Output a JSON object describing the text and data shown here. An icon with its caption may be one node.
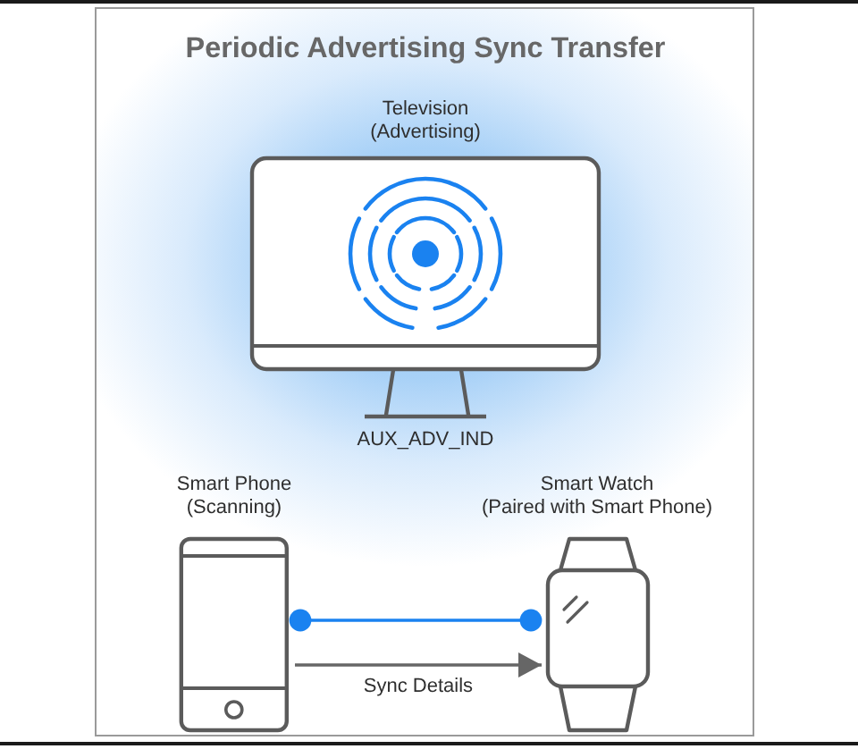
{
  "diagram": {
    "title": "Periodic Advertising Sync Transfer",
    "nodes": [
      {
        "text": [
          "Television (Advertising)"
        ],
        "beside": [
          "AUX_ADV_IND"
        ]
      },
      {
        "text": [
          "Smart Phone (Scanning)"
        ]
      },
      {
        "text": [
          "Smart Watch (Paired with Smart Phone)"
        ]
      }
    ],
    "edges": [
      {
        "from": 1,
        "to": 2,
        "arrow": "other",
        "color": "#1a82f0"
      },
      {
        "from": 1,
        "to": 2,
        "arrow": "to",
        "label": "Sync Details",
        "color": "#666666"
      }
    ]
  }
}
